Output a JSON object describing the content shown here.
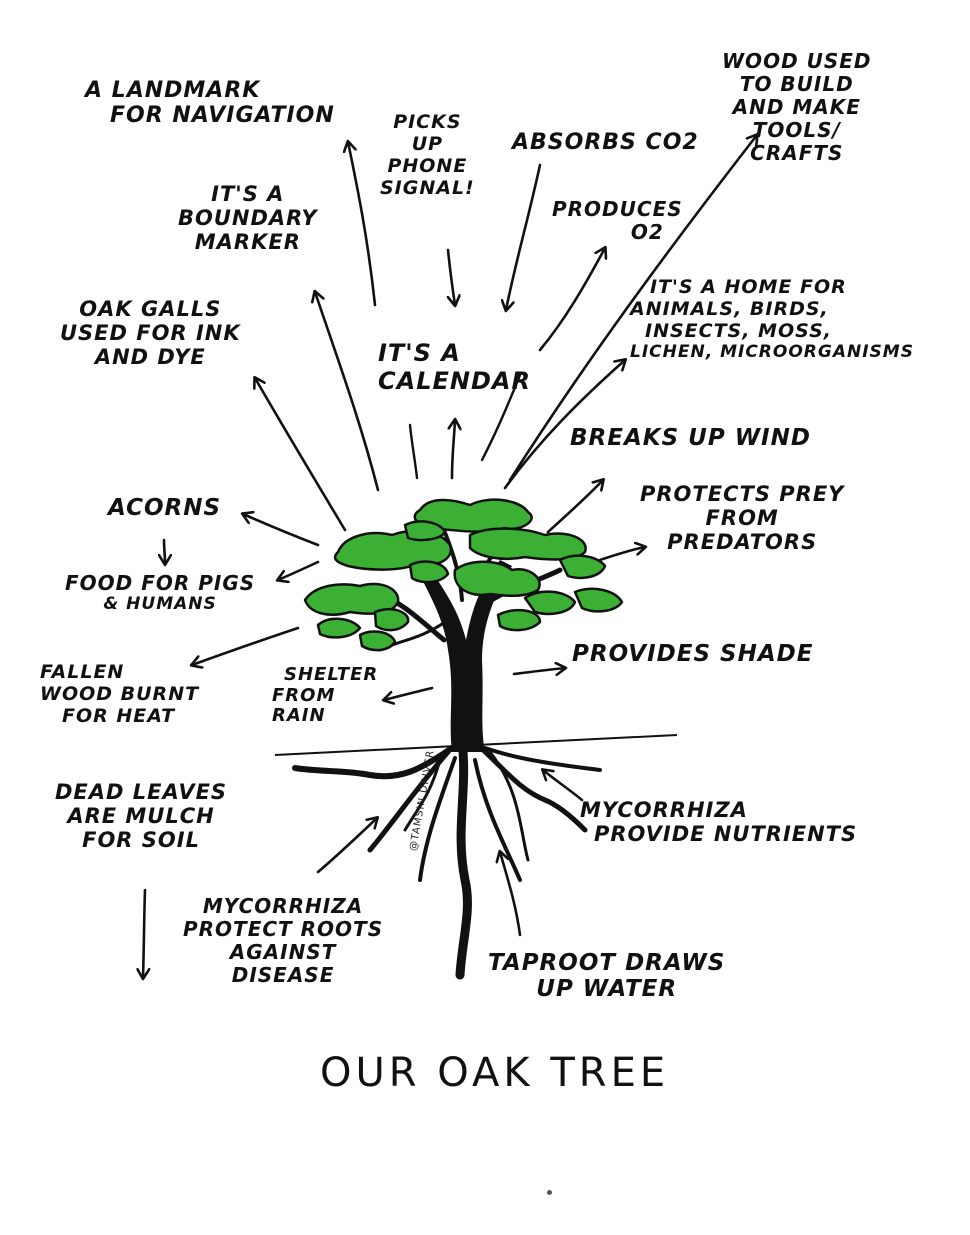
{
  "title": "OUR OAK TREE",
  "signature": "@TAMSIN DRIVER",
  "colors": {
    "leaf": "#3cb034",
    "ink": "#111111",
    "paper": "#ffffff"
  },
  "labels": {
    "landmark": [
      "A LANDMARK",
      "FOR NAVIGATION"
    ],
    "phone": [
      "PICKS",
      "UP",
      "PHONE",
      "SIGNAL!"
    ],
    "absorbs": [
      "ABSORBS CO2"
    ],
    "wood": [
      "WOOD USED",
      "TO BUILD",
      "AND MAKE",
      "TOOLS/",
      "CRAFTS"
    ],
    "boundary": [
      "IT'S A",
      "BOUNDARY",
      "MARKER"
    ],
    "produces": [
      "PRODUCES",
      "O2"
    ],
    "home": [
      "IT'S A HOME FOR",
      "ANIMALS, BIRDS,",
      "INSECTS, MOSS,",
      "LICHEN, MICROORGANISMS"
    ],
    "galls": [
      "OAK GALLS",
      "USED FOR INK",
      "AND DYE"
    ],
    "calendar": [
      "IT'S A",
      "CALENDAR"
    ],
    "wind": [
      "BREAKS UP WIND"
    ],
    "acorns": [
      "ACORNS"
    ],
    "prey": [
      "PROTECTS PREY",
      "FROM",
      "PREDATORS"
    ],
    "food": [
      "FOOD FOR PIGS",
      "& HUMANS"
    ],
    "fallen": [
      "FALLEN",
      "WOOD BURNT",
      "FOR HEAT"
    ],
    "shelter": [
      "SHELTER",
      "FROM",
      "RAIN"
    ],
    "shade": [
      "PROVIDES SHADE"
    ],
    "dead": [
      "DEAD LEAVES",
      "ARE MULCH",
      "FOR SOIL"
    ],
    "myco_right": [
      "MYCORRHIZA",
      "PROVIDE NUTRIENTS"
    ],
    "myco_left": [
      "MYCORRHIZA",
      "PROTECT ROOTS",
      "AGAINST",
      "DISEASE"
    ],
    "taproot": [
      "TAPROOT DRAWS",
      "UP WATER"
    ]
  }
}
